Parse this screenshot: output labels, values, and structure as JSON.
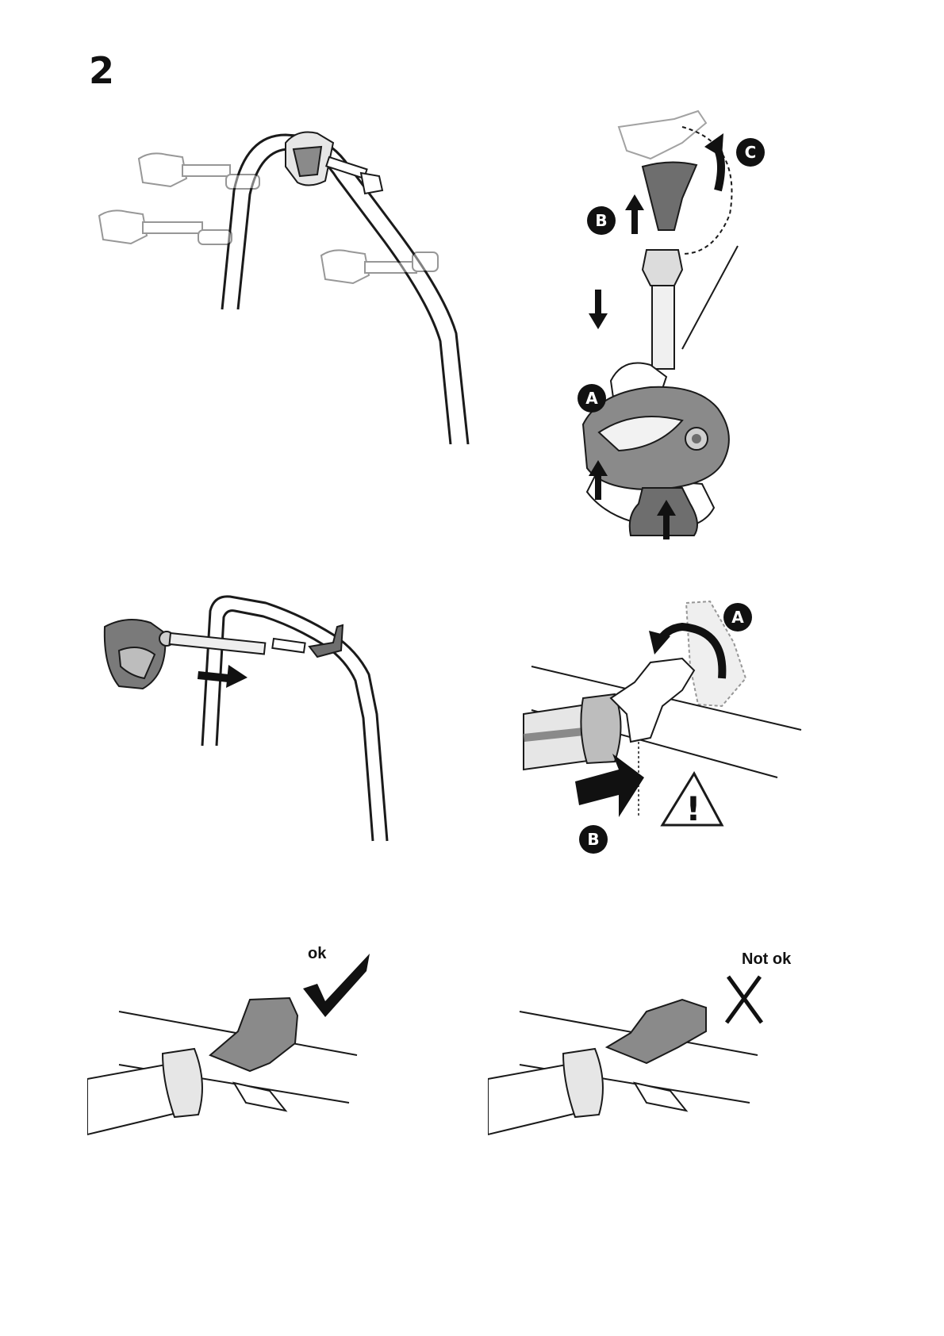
{
  "step": {
    "number": "2"
  },
  "callouts": {
    "panel2": {
      "a": "A",
      "b": "B",
      "c": "C"
    },
    "panel4": {
      "a": "A",
      "b": "B",
      "warning": "!"
    }
  },
  "checks": {
    "ok_label": "ok",
    "not_ok_label": "Not ok"
  },
  "colors": {
    "line": "#1a1a1a",
    "part_dark": "#6e6e6e",
    "part_mid": "#9a9a9a",
    "part_light": "#cfcfcf",
    "ghost": "#bdbdbd"
  }
}
